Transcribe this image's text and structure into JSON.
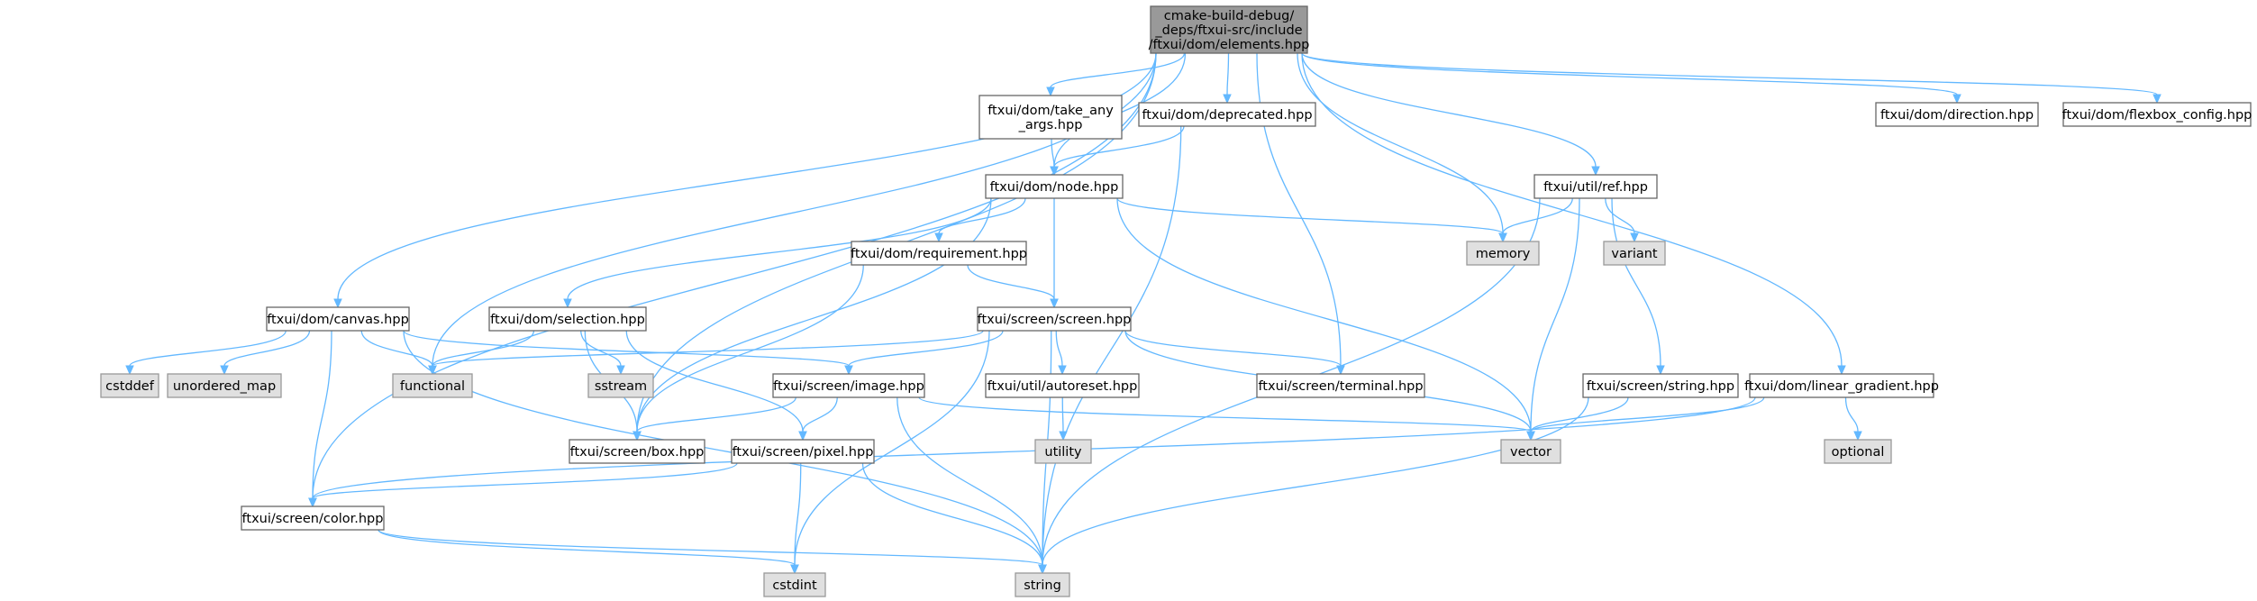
{
  "colors": {
    "edge": "#63b8ff",
    "root_fill": "#999999",
    "local_fill": "#ffffff",
    "system_fill": "#e0e0e0",
    "border": "#666666"
  },
  "nodes": {
    "root": {
      "lines": [
        "cmake-build-debug/",
        "_deps/ftxui-src/include",
        "/ftxui/dom/elements.hpp"
      ],
      "kind": "root"
    },
    "take_any_args": {
      "lines": [
        "ftxui/dom/take_any",
        "_args.hpp"
      ],
      "kind": "local"
    },
    "deprecated": {
      "lines": [
        "ftxui/dom/deprecated.hpp"
      ],
      "kind": "local"
    },
    "direction": {
      "lines": [
        "ftxui/dom/direction.hpp"
      ],
      "kind": "local"
    },
    "flexbox_config": {
      "lines": [
        "ftxui/dom/flexbox_config.hpp"
      ],
      "kind": "local"
    },
    "node": {
      "lines": [
        "ftxui/dom/node.hpp"
      ],
      "kind": "local"
    },
    "ref": {
      "lines": [
        "ftxui/util/ref.hpp"
      ],
      "kind": "local"
    },
    "memory": {
      "lines": [
        "memory"
      ],
      "kind": "system"
    },
    "variant": {
      "lines": [
        "variant"
      ],
      "kind": "system"
    },
    "requirement": {
      "lines": [
        "ftxui/dom/requirement.hpp"
      ],
      "kind": "local"
    },
    "canvas": {
      "lines": [
        "ftxui/dom/canvas.hpp"
      ],
      "kind": "local"
    },
    "selection": {
      "lines": [
        "ftxui/dom/selection.hpp"
      ],
      "kind": "local"
    },
    "screen": {
      "lines": [
        "ftxui/screen/screen.hpp"
      ],
      "kind": "local"
    },
    "cstddef": {
      "lines": [
        "cstddef"
      ],
      "kind": "system"
    },
    "unordered_map": {
      "lines": [
        "unordered_map"
      ],
      "kind": "system"
    },
    "functional": {
      "lines": [
        "functional"
      ],
      "kind": "system"
    },
    "sstream": {
      "lines": [
        "sstream"
      ],
      "kind": "system"
    },
    "image": {
      "lines": [
        "ftxui/screen/image.hpp"
      ],
      "kind": "local"
    },
    "autoreset": {
      "lines": [
        "ftxui/util/autoreset.hpp"
      ],
      "kind": "local"
    },
    "terminal": {
      "lines": [
        "ftxui/screen/terminal.hpp"
      ],
      "kind": "local"
    },
    "string_hpp": {
      "lines": [
        "ftxui/screen/string.hpp"
      ],
      "kind": "local"
    },
    "linear_gradient": {
      "lines": [
        "ftxui/dom/linear_gradient.hpp"
      ],
      "kind": "local"
    },
    "utility": {
      "lines": [
        "utility"
      ],
      "kind": "system"
    },
    "optional": {
      "lines": [
        "optional"
      ],
      "kind": "system"
    },
    "box": {
      "lines": [
        "ftxui/screen/box.hpp"
      ],
      "kind": "local"
    },
    "pixel": {
      "lines": [
        "ftxui/screen/pixel.hpp"
      ],
      "kind": "local"
    },
    "vector": {
      "lines": [
        "vector"
      ],
      "kind": "system"
    },
    "color": {
      "lines": [
        "ftxui/screen/color.hpp"
      ],
      "kind": "local"
    },
    "cstdint": {
      "lines": [
        "cstdint"
      ],
      "kind": "system"
    },
    "string": {
      "lines": [
        "string"
      ],
      "kind": "system"
    }
  },
  "edges": [
    [
      "root",
      "take_any_args"
    ],
    [
      "root",
      "deprecated"
    ],
    [
      "root",
      "direction"
    ],
    [
      "root",
      "flexbox_config"
    ],
    [
      "root",
      "node"
    ],
    [
      "root",
      "ref"
    ],
    [
      "root",
      "memory"
    ],
    [
      "root",
      "canvas"
    ],
    [
      "root",
      "functional"
    ],
    [
      "root",
      "terminal"
    ],
    [
      "root",
      "linear_gradient"
    ],
    [
      "root",
      "box"
    ],
    [
      "root",
      "color"
    ],
    [
      "take_any_args",
      "node"
    ],
    [
      "deprecated",
      "node"
    ],
    [
      "deprecated",
      "string"
    ],
    [
      "node",
      "requirement"
    ],
    [
      "node",
      "selection"
    ],
    [
      "node",
      "screen"
    ],
    [
      "node",
      "box"
    ],
    [
      "node",
      "memory"
    ],
    [
      "node",
      "vector"
    ],
    [
      "ref",
      "memory"
    ],
    [
      "ref",
      "variant"
    ],
    [
      "ref",
      "vector"
    ],
    [
      "ref",
      "string_hpp"
    ],
    [
      "ref",
      "string"
    ],
    [
      "requirement",
      "screen"
    ],
    [
      "requirement",
      "box"
    ],
    [
      "canvas",
      "cstddef"
    ],
    [
      "canvas",
      "unordered_map"
    ],
    [
      "canvas",
      "functional"
    ],
    [
      "canvas",
      "image"
    ],
    [
      "canvas",
      "color"
    ],
    [
      "canvas",
      "string"
    ],
    [
      "selection",
      "functional"
    ],
    [
      "selection",
      "sstream"
    ],
    [
      "selection",
      "box"
    ],
    [
      "selection",
      "pixel"
    ],
    [
      "screen",
      "functional"
    ],
    [
      "screen",
      "image"
    ],
    [
      "screen",
      "autoreset"
    ],
    [
      "screen",
      "terminal"
    ],
    [
      "screen",
      "cstdint"
    ],
    [
      "screen",
      "string"
    ],
    [
      "screen",
      "vector"
    ],
    [
      "image",
      "box"
    ],
    [
      "image",
      "pixel"
    ],
    [
      "image",
      "string"
    ],
    [
      "image",
      "vector"
    ],
    [
      "autoreset",
      "utility"
    ],
    [
      "string_hpp",
      "vector"
    ],
    [
      "string_hpp",
      "string"
    ],
    [
      "linear_gradient",
      "optional"
    ],
    [
      "linear_gradient",
      "vector"
    ],
    [
      "linear_gradient",
      "color"
    ],
    [
      "pixel",
      "color"
    ],
    [
      "pixel",
      "cstdint"
    ],
    [
      "pixel",
      "string"
    ],
    [
      "color",
      "cstdint"
    ],
    [
      "color",
      "string"
    ]
  ]
}
